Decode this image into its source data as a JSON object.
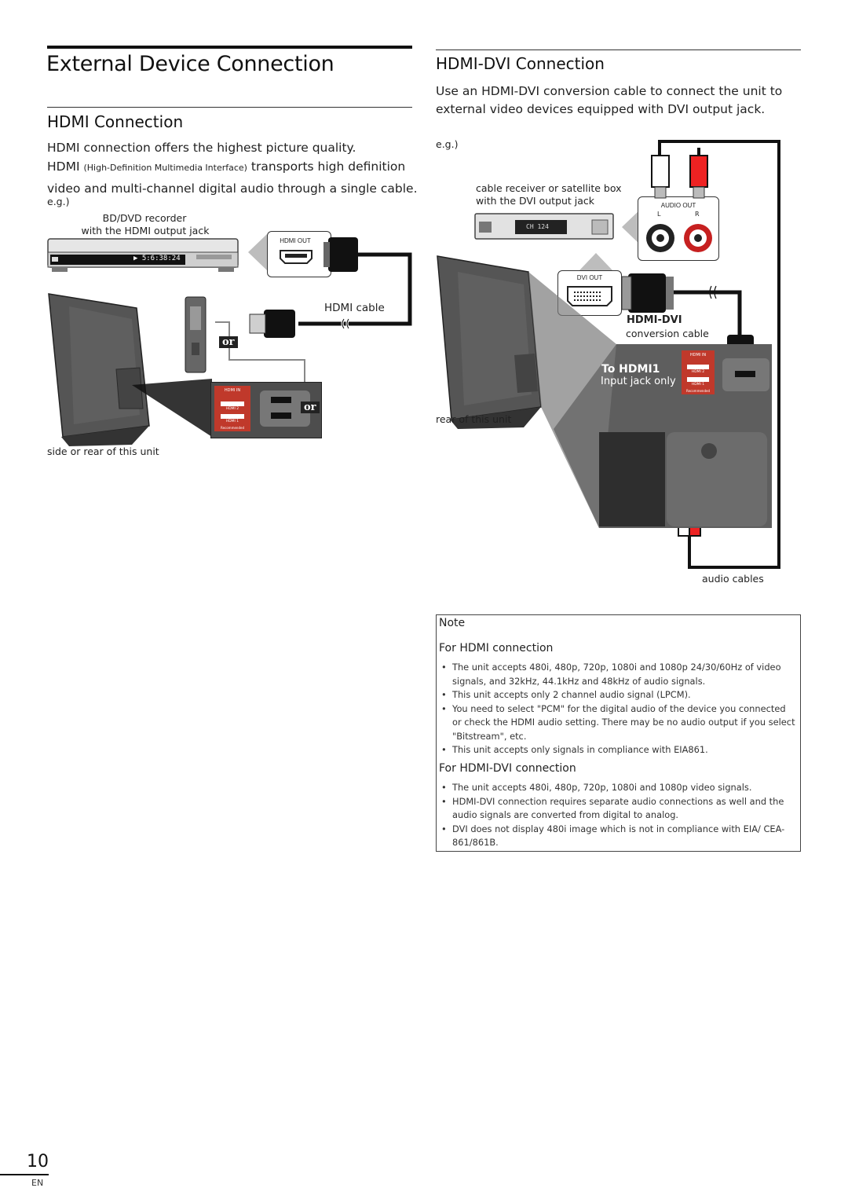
{
  "page": {
    "title": "External Device Connection",
    "page_number": "10",
    "lang_code": "EN"
  },
  "hdmi": {
    "heading": "HDMI Connection",
    "line1": "HDMI connection offers the highest picture quality.",
    "line2_a": "HDMI",
    "line2_b": "(High-Definition Multimedia Interface)",
    "line2_c": "transports high definition",
    "line3": "video and multi-channel digital audio through a single cable.",
    "eg": "e.g.)",
    "device_line1": "BD/DVD recorder",
    "device_line2": "with the HDMI output jack",
    "device_display": "5:6:38:24",
    "jack_label": "HDMI OUT",
    "cable_label": "HDMI cable",
    "or_label": "or",
    "unit_label": "side or rear of this unit",
    "panel_title": "HDMI IN",
    "panel_port2": "HDMI 2",
    "panel_port1": "HDMI 1",
    "panel_recommended": "Recommended"
  },
  "hdmi_dvi": {
    "heading": "HDMI-DVI Connection",
    "intro1": "Use an HDMI-DVI conversion cable to connect the unit to",
    "intro2": "external video devices equipped with DVI output jack.",
    "eg": "e.g.)",
    "device_line1": "cable receiver or satellite box",
    "device_line2": "with the DVI output jack",
    "device_display": "CH 124",
    "audio_out_label": "AUDIO OUT",
    "audio_l": "L",
    "audio_r": "R",
    "dvi_out_label": "DVI OUT",
    "conv_line1": "HDMI-DVI",
    "conv_line2": "conversion cable",
    "to_hdmi_line1": "To HDMI1",
    "to_hdmi_line2": "Input jack only",
    "unit_label": "rear of this unit",
    "audio_cables_label": "audio cables",
    "panel_title": "HDMI IN",
    "panel_port2": "HDMI 2",
    "panel_port1": "HDMI 1",
    "panel_recommended": "Recommended"
  },
  "note": {
    "title": "Note",
    "hdmi_heading": "For HDMI connection",
    "hdmi_items": [
      "The unit accepts 480i, 480p, 720p, 1080i and 1080p 24/30/60Hz of video signals, and 32kHz, 44.1kHz and 48kHz of audio signals.",
      "This unit accepts only 2 channel audio signal (LPCM).",
      "You need to select \"PCM\" for the digital audio of the device you connected or check the HDMI audio setting. There may be no audio output if you select \"Bitstream\", etc.",
      "This unit accepts only signals in compliance with EIA861."
    ],
    "dvi_heading": "For HDMI-DVI connection",
    "dvi_items": [
      "The unit accepts 480i, 480p, 720p, 1080i and 1080p video signals.",
      "HDMI-DVI connection requires separate audio connections as well and the audio signals are converted from digital to analog.",
      "DVI does not display 480i image which is not in compliance with EIA/ CEA-861/861B."
    ]
  },
  "colors": {
    "text": "#222222",
    "tv_dark": "#4a4a4a",
    "panel_red": "#c0392b",
    "cable_black": "#111111",
    "audio_red": "#d42020"
  }
}
